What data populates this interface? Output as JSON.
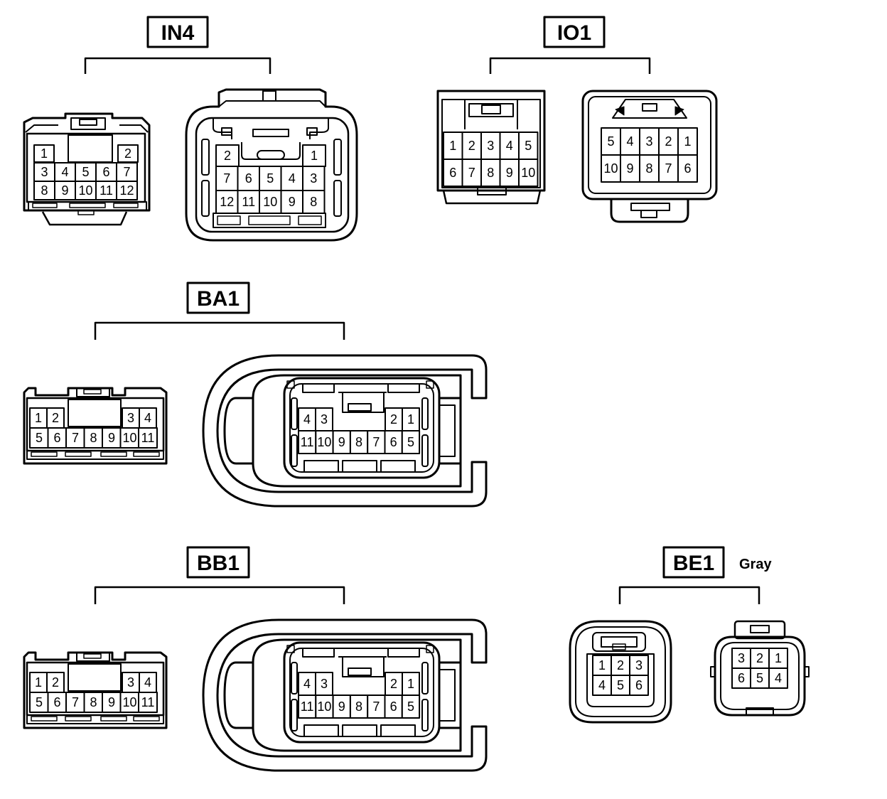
{
  "connectors": {
    "in4": {
      "label": "IN4",
      "female_pins": [
        "1",
        "2",
        "3",
        "4",
        "5",
        "6",
        "7",
        "8",
        "9",
        "10",
        "11",
        "12"
      ],
      "male_pins": [
        "2",
        "1",
        "7",
        "6",
        "5",
        "4",
        "3",
        "12",
        "11",
        "10",
        "9",
        "8"
      ]
    },
    "io1": {
      "label": "IO1",
      "female_pins": [
        "1",
        "2",
        "3",
        "4",
        "5",
        "6",
        "7",
        "8",
        "9",
        "10"
      ],
      "male_pins": [
        "5",
        "4",
        "3",
        "2",
        "1",
        "10",
        "9",
        "8",
        "7",
        "6"
      ]
    },
    "ba1": {
      "label": "BA1",
      "female_pins": [
        "1",
        "2",
        "3",
        "4",
        "5",
        "6",
        "7",
        "8",
        "9",
        "10",
        "11"
      ],
      "male_pins": [
        "4",
        "3",
        "2",
        "1",
        "11",
        "10",
        "9",
        "8",
        "7",
        "6",
        "5"
      ]
    },
    "bb1": {
      "label": "BB1",
      "female_pins": [
        "1",
        "2",
        "3",
        "4",
        "5",
        "6",
        "7",
        "8",
        "9",
        "10",
        "11"
      ],
      "male_pins": [
        "4",
        "3",
        "2",
        "1",
        "11",
        "10",
        "9",
        "8",
        "7",
        "6",
        "5"
      ]
    },
    "be1": {
      "label": "BE1",
      "color_note": "Gray",
      "female_pins": [
        "1",
        "2",
        "3",
        "4",
        "5",
        "6"
      ],
      "male_pins": [
        "3",
        "2",
        "1",
        "6",
        "5",
        "4"
      ]
    }
  }
}
